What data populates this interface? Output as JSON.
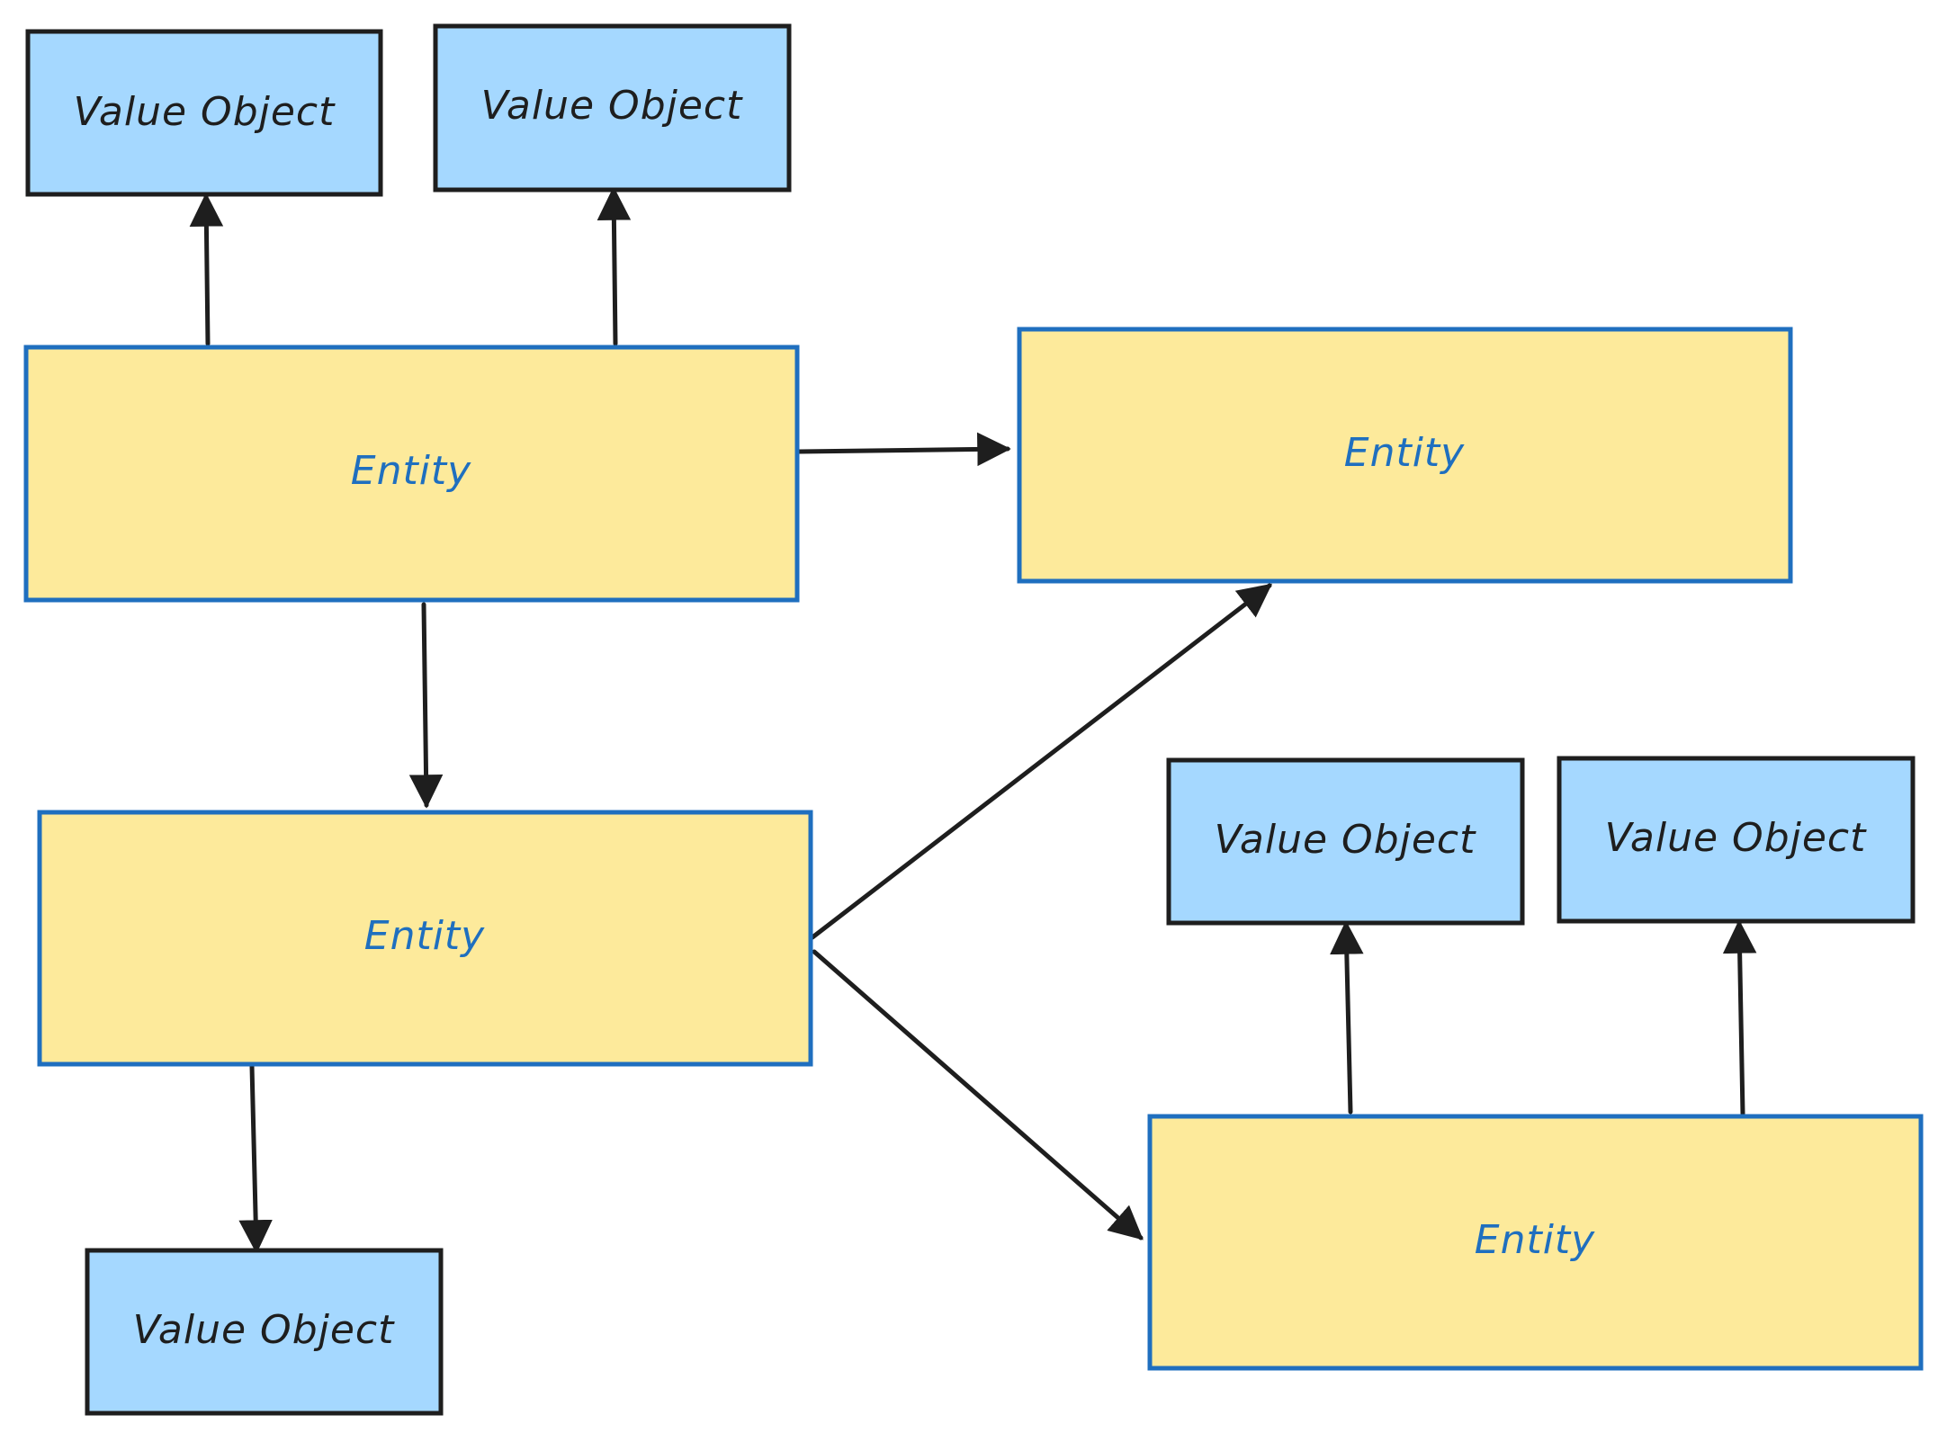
{
  "diagram": {
    "colors": {
      "entity_fill": "#fdea9b",
      "entity_stroke": "#1f6fbf",
      "entity_text": "#1f6fbf",
      "value_fill": "#a5d8ff",
      "value_stroke": "#1e1e1e",
      "value_text": "#1e1e1e",
      "arrow": "#1e1e1e"
    },
    "nodes": {
      "vo1": {
        "kind": "value-object",
        "label": "Value Object"
      },
      "vo2": {
        "kind": "value-object",
        "label": "Value Object"
      },
      "e1": {
        "kind": "entity",
        "label": "Entity"
      },
      "e2": {
        "kind": "entity",
        "label": "Entity"
      },
      "e3": {
        "kind": "entity",
        "label": "Entity"
      },
      "vo3": {
        "kind": "value-object",
        "label": "Value Object"
      },
      "vo4": {
        "kind": "value-object",
        "label": "Value Object"
      },
      "e4": {
        "kind": "entity",
        "label": "Entity"
      },
      "vo5": {
        "kind": "value-object",
        "label": "Value Object"
      }
    },
    "edges": [
      {
        "from": "e1",
        "to": "vo1"
      },
      {
        "from": "e1",
        "to": "vo2"
      },
      {
        "from": "e1",
        "to": "e2"
      },
      {
        "from": "e1",
        "to": "e3"
      },
      {
        "from": "e3",
        "to": "e2"
      },
      {
        "from": "e3",
        "to": "e4"
      },
      {
        "from": "e3",
        "to": "vo5"
      },
      {
        "from": "e4",
        "to": "vo3"
      },
      {
        "from": "e4",
        "to": "vo4"
      }
    ]
  }
}
